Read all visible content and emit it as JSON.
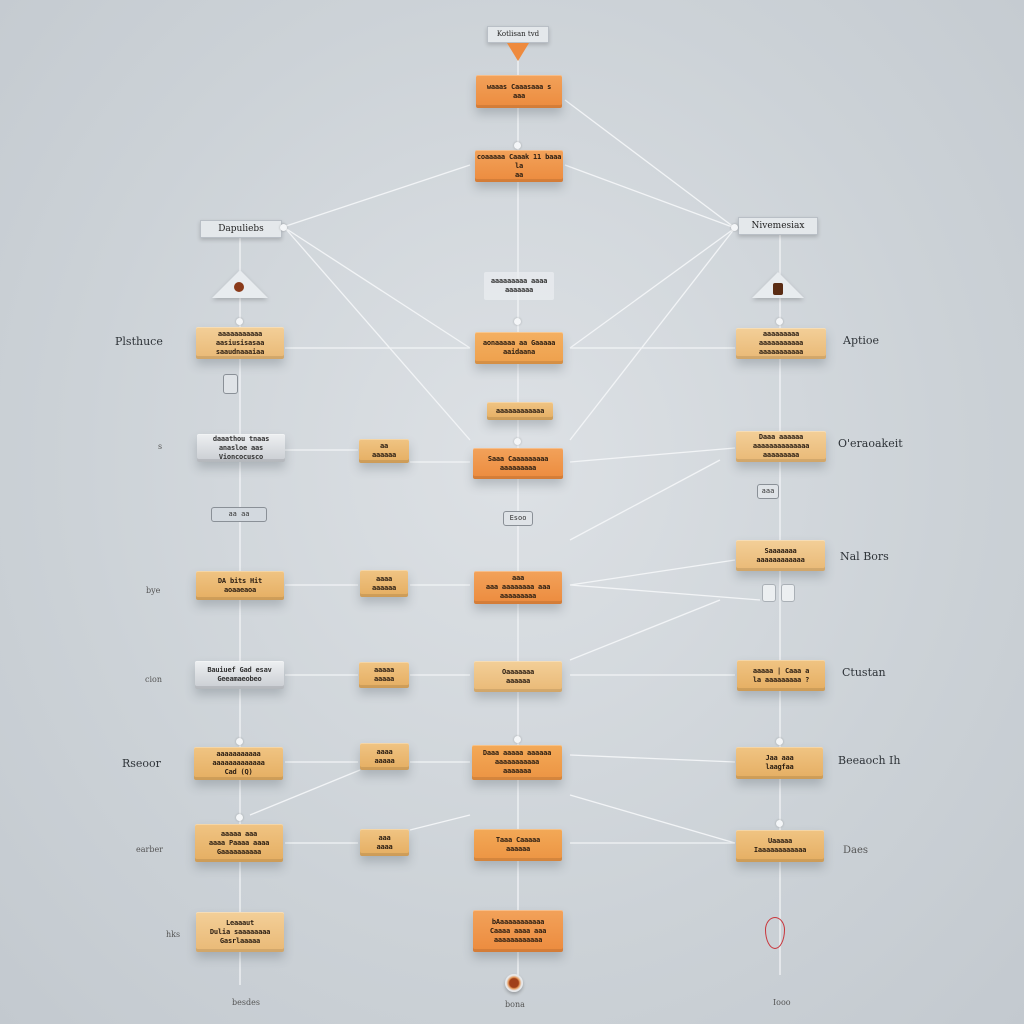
{
  "diagram": {
    "top_tag": "Kotlisan tvd",
    "columns": {
      "left": {
        "header": "Dapuliebs",
        "side_labels": [
          "Plsthuce",
          "s",
          "bye",
          "cion",
          "Rseoor",
          "earber",
          "hks",
          "besdes"
        ],
        "nodes": [
          {
            "lines": [
              "aaaaaaaaaaa",
              "aasiusisasaa",
              "saaudnaaaiaa"
            ],
            "style": "light"
          },
          {
            "lines": [
              "daaathou tnaas",
              "anasloe aas",
              "Vioncocusco"
            ],
            "style": "gray"
          },
          {
            "lines": [
              "DA bits Hit",
              "aoaaeaoa"
            ],
            "style": "tan"
          },
          {
            "lines": [
              "Bauiuef Gad esav",
              "Geeamaeobeo"
            ],
            "style": "gray"
          },
          {
            "lines": [
              "aaaaaaaaaaa",
              "aaaaaaaaaaaaa",
              "Cad (Q)"
            ],
            "style": "tan"
          },
          {
            "lines": [
              "aaaaa aaa",
              "aaaa Paaaa aaaa",
              "Gaaaaaaaaaa"
            ],
            "style": "tan"
          },
          {
            "lines": [
              "Leaaaut",
              "Dulia saaaaaaaa",
              "Gasrlaaaaa"
            ],
            "style": "light"
          }
        ],
        "chip": "aa aa"
      },
      "middle_left": {
        "nodes": [
          {
            "lines": [
              "aa",
              "aaaaaa"
            ]
          },
          {
            "lines": [
              "aaaa",
              "aaaaaa"
            ]
          },
          {
            "lines": [
              "aaaaa",
              "aaaaa"
            ]
          },
          {
            "lines": [
              "aaaa",
              "aaaaa"
            ]
          },
          {
            "lines": [
              "aaa",
              "aaaa"
            ]
          }
        ]
      },
      "center": {
        "nodes": [
          {
            "lines": [
              "waaas Caaasaaa s",
              "aaa"
            ],
            "style": "orange"
          },
          {
            "lines": [
              "coaaaaa Caaak 11 baaa la",
              "aa"
            ],
            "style": "orange"
          },
          {
            "lines": [
              "aaaaaaaaa aaaa",
              "aaaaaaa"
            ],
            "style": "gray"
          },
          {
            "lines": [
              "aonaaaaa aa Gaaaaa",
              "aaidaana"
            ],
            "style": "orange"
          },
          {
            "lines": [
              "aaaaaaaaaaaa"
            ],
            "style": "tan"
          },
          {
            "lines": [
              "Saaa Caaaaaaaaa",
              "aaaaaaaaa"
            ],
            "style": "orange"
          },
          {
            "lines": [
              "aaa",
              "aaa aaaaaaaa aaa",
              "aaaaaaaaa"
            ],
            "style": "orange"
          },
          {
            "lines": [
              "Oaaaaaaa",
              "aaaaaa"
            ],
            "style": "light"
          },
          {
            "lines": [
              "Daaa aaaaa aaaaaa",
              "aaaaaaaaaaa",
              "aaaaaaa"
            ],
            "style": "orange"
          },
          {
            "lines": [
              "Taaa Caaaaa",
              "aaaaaa"
            ],
            "style": "orange"
          },
          {
            "lines": [
              "bAaaaaaaaaaaa",
              "Caaaa aaaa aaa",
              "aaaaaaaaaaaa"
            ],
            "style": "orange"
          }
        ],
        "chip": "Esoo",
        "bottom_label": "bona"
      },
      "right": {
        "header": "Nivemesiax",
        "side_labels": [
          "Aptioe",
          "O'eraoakeit",
          "Nal Bors",
          "Ctustan",
          "Beeaoch Ih",
          "Daes",
          "Iooo"
        ],
        "nodes": [
          {
            "lines": [
              "aaaaaaaaa",
              "aaaaaaaaaaa",
              "aaaaaaaaaaa"
            ],
            "style": "light"
          },
          {
            "lines": [
              "Daaa aaaaaa",
              "aaaaaaaaaaaaaa",
              "aaaaaaaaa"
            ],
            "style": "light"
          },
          {
            "lines": [
              "Saaaaaaa",
              "aaaaaaaaaaaa"
            ],
            "style": "light"
          },
          {
            "lines": [
              "aaaaa | Caaa a",
              "la aaaaaaaaa ?"
            ],
            "style": "tan"
          },
          {
            "lines": [
              "Jaa aaa",
              "laagfaa"
            ],
            "style": "tan"
          },
          {
            "lines": [
              "Uaaaaa",
              "Iaaaaaaaaaaaa"
            ],
            "style": "tan"
          }
        ],
        "chip": "aaa"
      }
    },
    "colors": {
      "background": "#cfd4d9",
      "orange": "#ec8b3e",
      "tan": "#e8b46a",
      "gray": "#d9dde1",
      "wire": "#f5f7f9"
    }
  }
}
